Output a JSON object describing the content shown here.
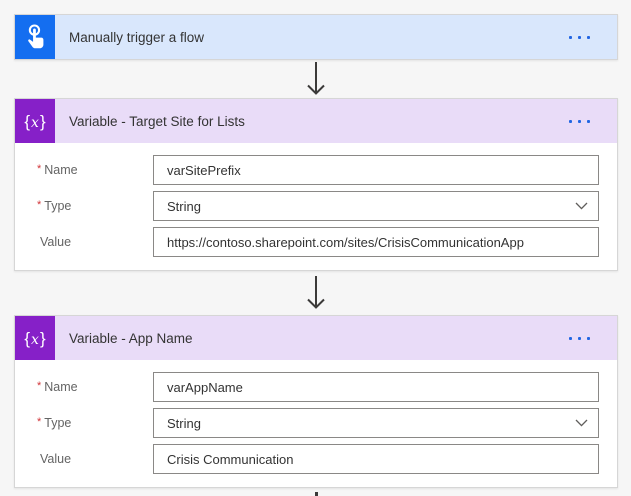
{
  "trigger": {
    "title": "Manually trigger a flow"
  },
  "actions": [
    {
      "title": "Variable - Target Site for Lists",
      "fields": [
        {
          "label": "Name",
          "required": true,
          "control": "text",
          "value": "varSitePrefix"
        },
        {
          "label": "Type",
          "required": true,
          "control": "select",
          "value": "String"
        },
        {
          "label": "Value",
          "required": false,
          "control": "text",
          "value": "https://contoso.sharepoint.com/sites/CrisisCommunicationApp"
        }
      ]
    },
    {
      "title": "Variable - App Name",
      "fields": [
        {
          "label": "Name",
          "required": true,
          "control": "text",
          "value": "varAppName"
        },
        {
          "label": "Type",
          "required": true,
          "control": "select",
          "value": "String"
        },
        {
          "label": "Value",
          "required": false,
          "control": "text",
          "value": "Crisis Communication"
        }
      ]
    }
  ],
  "icons": {
    "trigger": "touch-tap-hand",
    "action": "curly-braces-variable",
    "menu": "ellipsis-dots",
    "select": "chevron-down"
  },
  "glyph": {
    "open_brace": "{",
    "variable_letter": "x",
    "close_brace": "}"
  },
  "colors": {
    "bg": "#f6f6f6",
    "trigger_icon_bg": "#146ef0",
    "trigger_header_bg": "#d9e7fc",
    "action_icon_bg": "#8620c8",
    "action_header_bg": "#e9dcf8",
    "menu_dots": "#2266e3",
    "required_asterisk": "#d13438",
    "arrow": "#3b3a39",
    "input_border": "#8a8886"
  }
}
